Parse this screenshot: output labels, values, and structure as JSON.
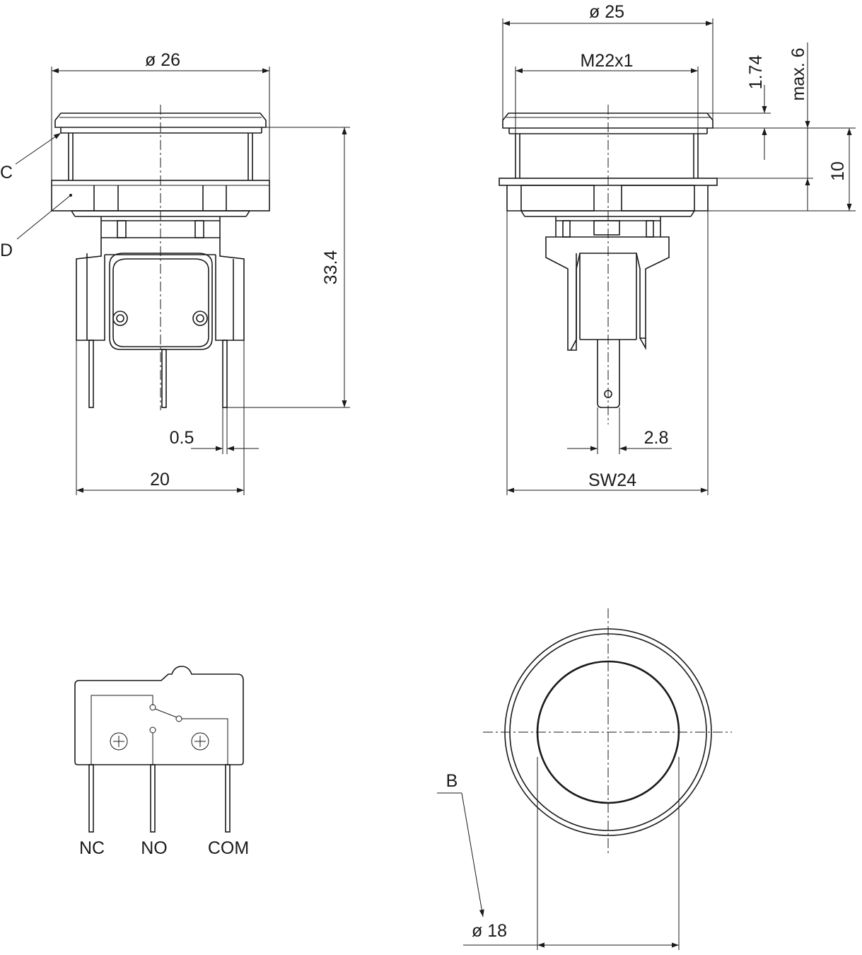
{
  "dimensions": {
    "front_diameter": "ø 26",
    "side_diameter": "ø 25",
    "thread": "M22x1",
    "flange_thickness": "1.74",
    "max_travel": "max. 6",
    "body_height": "10",
    "total_height": "33.4",
    "pin_thickness": "0.5",
    "pin_span": "20",
    "pin_width": "2.8",
    "wrench_size": "SW24",
    "button_diameter": "ø 18"
  },
  "callouts": {
    "c": "C",
    "d": "D",
    "b": "B"
  },
  "terminals": {
    "nc": "NC",
    "no": "NO",
    "com": "COM"
  }
}
